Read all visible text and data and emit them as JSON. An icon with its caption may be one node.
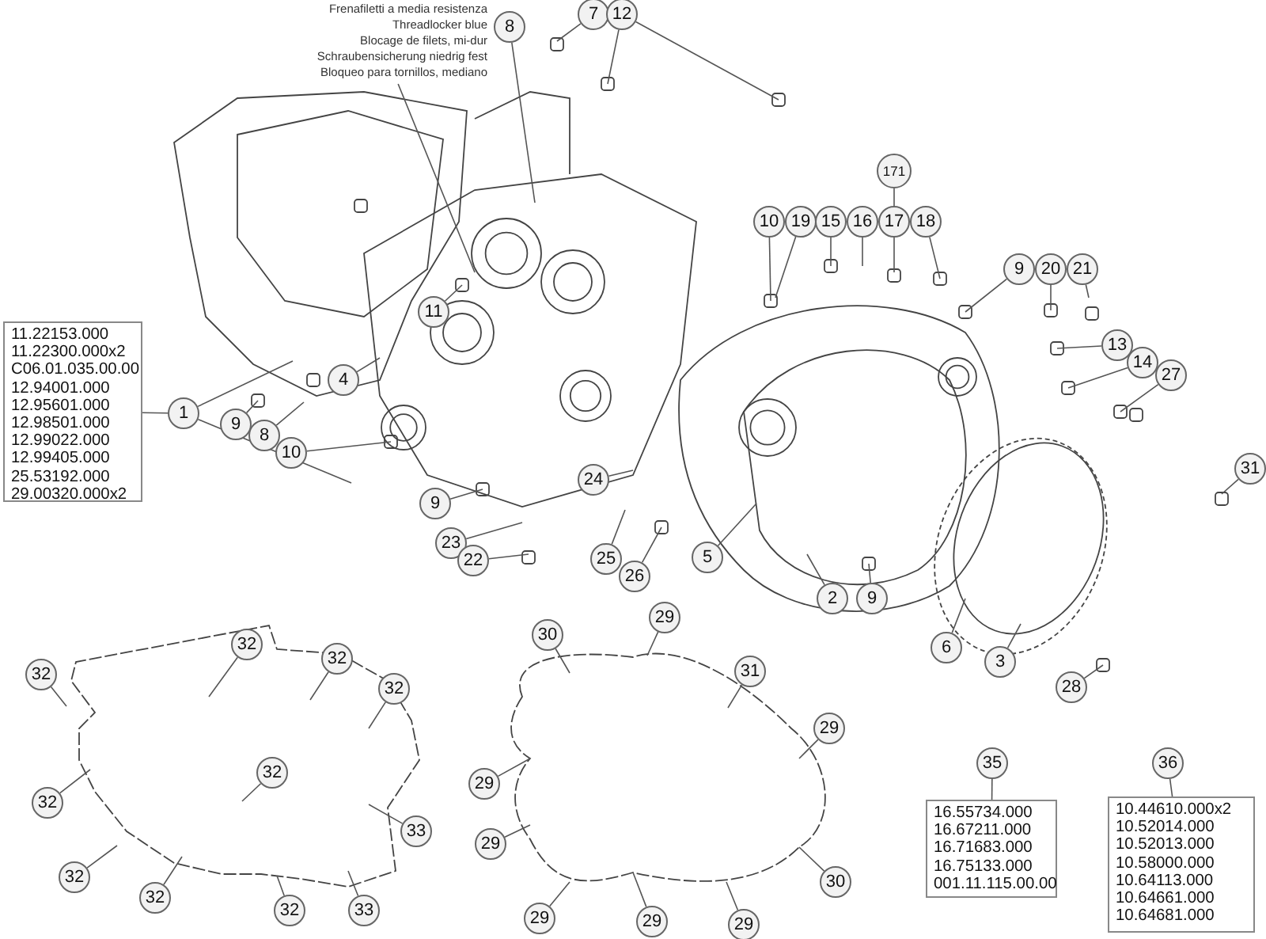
{
  "diagram": {
    "nodes": [
      {
        "text": [
          "Frenafiletti a media resistenza",
          "Threadlocker blue",
          "Blocage de filets, mi-dur",
          "Schraubensicherung niedrig fest",
          "Bloqueo para tornillos, mediano"
        ]
      },
      {
        "text": [
          "8"
        ]
      },
      {
        "text": [
          "7"
        ]
      },
      {
        "text": [
          "12"
        ]
      },
      {
        "text": [
          "171"
        ]
      },
      {
        "text": [
          "10"
        ]
      },
      {
        "text": [
          "19"
        ]
      },
      {
        "text": [
          "15"
        ]
      },
      {
        "text": [
          "16"
        ]
      },
      {
        "text": [
          "17"
        ]
      },
      {
        "text": [
          "18"
        ]
      },
      {
        "text": [
          "9"
        ]
      },
      {
        "text": [
          "20"
        ]
      },
      {
        "text": [
          "21"
        ]
      },
      {
        "text": [
          "11"
        ]
      },
      {
        "text": [
          "13"
        ]
      },
      {
        "text": [
          "14"
        ]
      },
      {
        "text": [
          "27"
        ]
      },
      {
        "text": [
          "11.22153.000",
          "11.22300.000x2",
          "C06.01.035.00.00",
          "12.94001.000",
          "12.95601.000",
          "12.98501.000",
          "12.99022.000",
          "12.99405.000",
          "25.53192.000",
          "29.00320.000x2"
        ]
      },
      {
        "text": [
          "1"
        ]
      },
      {
        "text": [
          "4"
        ]
      },
      {
        "text": [
          "9"
        ]
      },
      {
        "text": [
          "8"
        ]
      },
      {
        "text": [
          "10"
        ]
      },
      {
        "text": [
          "31"
        ]
      },
      {
        "text": [
          "24"
        ]
      },
      {
        "text": [
          "9"
        ]
      },
      {
        "text": [
          "23"
        ]
      },
      {
        "text": [
          "25"
        ]
      },
      {
        "text": [
          "5"
        ]
      },
      {
        "text": [
          "22"
        ]
      },
      {
        "text": [
          "26"
        ]
      },
      {
        "text": [
          "2"
        ]
      },
      {
        "text": [
          "9"
        ]
      },
      {
        "text": [
          "6"
        ]
      },
      {
        "text": [
          "3"
        ]
      },
      {
        "text": [
          "28"
        ]
      },
      {
        "text": [
          "29"
        ]
      },
      {
        "text": [
          "30"
        ]
      },
      {
        "text": [
          "32"
        ]
      },
      {
        "text": [
          "32"
        ]
      },
      {
        "text": [
          "32"
        ]
      },
      {
        "text": [
          "31"
        ]
      },
      {
        "text": [
          "32"
        ]
      },
      {
        "text": [
          "29"
        ]
      },
      {
        "text": [
          "35"
        ]
      },
      {
        "text": [
          "36"
        ]
      },
      {
        "text": [
          "32"
        ]
      },
      {
        "text": [
          "29"
        ]
      },
      {
        "text": [
          "16.55734.000",
          "16.67211.000",
          "16.71683.000",
          "16.75133.000",
          "001.11.115.00.00"
        ]
      },
      {
        "text": [
          "10.44610.000x2",
          "10.52014.000",
          "10.52013.000",
          "10.58000.000",
          "10.64113.000",
          "10.64661.000",
          "10.64681.000"
        ]
      },
      {
        "text": [
          "32"
        ]
      },
      {
        "text": [
          "33"
        ]
      },
      {
        "text": [
          "29"
        ]
      },
      {
        "text": [
          "32"
        ]
      },
      {
        "text": [
          "30"
        ]
      },
      {
        "text": [
          "32"
        ]
      },
      {
        "text": [
          "32"
        ]
      },
      {
        "text": [
          "33"
        ]
      },
      {
        "text": [
          "29"
        ]
      },
      {
        "text": [
          "29"
        ]
      },
      {
        "text": [
          "29"
        ]
      }
    ],
    "edges": [
      {
        "from": 0,
        "to": null,
        "arrow": "none"
      },
      {
        "from": 1,
        "to": null,
        "arrow": "none"
      },
      {
        "from": 2,
        "to": null,
        "arrow": "none"
      },
      {
        "from": 3,
        "to": null,
        "arrow": "none"
      },
      {
        "from": 3,
        "to": null,
        "arrow": "none"
      },
      {
        "from": 4,
        "to": 9,
        "arrow": "none"
      },
      {
        "from": 5,
        "to": null,
        "arrow": "none"
      },
      {
        "from": 6,
        "to": null,
        "arrow": "none"
      },
      {
        "from": 7,
        "to": null,
        "arrow": "none"
      },
      {
        "from": 8,
        "to": null,
        "arrow": "none"
      },
      {
        "from": 9,
        "to": null,
        "arrow": "none"
      },
      {
        "from": 10,
        "to": null,
        "arrow": "none"
      },
      {
        "from": 11,
        "to": null,
        "arrow": "none"
      },
      {
        "from": 12,
        "to": null,
        "arrow": "none"
      },
      {
        "from": 13,
        "to": null,
        "arrow": "none"
      },
      {
        "from": 14,
        "to": null,
        "arrow": "none"
      },
      {
        "from": 15,
        "to": null,
        "arrow": "none"
      },
      {
        "from": 16,
        "to": null,
        "arrow": "none"
      },
      {
        "from": 17,
        "to": null,
        "arrow": "none"
      },
      {
        "from": 18,
        "to": 19,
        "arrow": "none"
      },
      {
        "from": 19,
        "to": null,
        "arrow": "none"
      },
      {
        "from": 19,
        "to": null,
        "arrow": "none"
      },
      {
        "from": 20,
        "to": null,
        "arrow": "none"
      },
      {
        "from": 21,
        "to": null,
        "arrow": "none"
      },
      {
        "from": 22,
        "to": null,
        "arrow": "none"
      },
      {
        "from": 23,
        "to": null,
        "arrow": "none"
      },
      {
        "from": 24,
        "to": null,
        "arrow": "none"
      },
      {
        "from": 25,
        "to": null,
        "arrow": "none"
      },
      {
        "from": 26,
        "to": null,
        "arrow": "none"
      },
      {
        "from": 27,
        "to": null,
        "arrow": "none"
      },
      {
        "from": 28,
        "to": null,
        "arrow": "none"
      },
      {
        "from": 29,
        "to": null,
        "arrow": "none"
      },
      {
        "from": 30,
        "to": null,
        "arrow": "none"
      },
      {
        "from": 31,
        "to": null,
        "arrow": "none"
      },
      {
        "from": 32,
        "to": null,
        "arrow": "none"
      },
      {
        "from": 33,
        "to": null,
        "arrow": "none"
      },
      {
        "from": 34,
        "to": null,
        "arrow": "none"
      },
      {
        "from": 35,
        "to": null,
        "arrow": "none"
      },
      {
        "from": 36,
        "to": null,
        "arrow": "none"
      },
      {
        "from": 37,
        "to": null,
        "arrow": "none"
      },
      {
        "from": 38,
        "to": null,
        "arrow": "none"
      },
      {
        "from": 39,
        "to": null,
        "arrow": "none"
      },
      {
        "from": 40,
        "to": null,
        "arrow": "none"
      },
      {
        "from": 41,
        "to": null,
        "arrow": "none"
      },
      {
        "from": 42,
        "to": null,
        "arrow": "none"
      },
      {
        "from": 43,
        "to": null,
        "arrow": "none"
      },
      {
        "from": 44,
        "to": null,
        "arrow": "none"
      },
      {
        "from": 45,
        "to": 49,
        "arrow": "none"
      },
      {
        "from": 46,
        "to": 50,
        "arrow": "none"
      },
      {
        "from": 47,
        "to": null,
        "arrow": "none"
      },
      {
        "from": 48,
        "to": null,
        "arrow": "none"
      },
      {
        "from": 51,
        "to": null,
        "arrow": "none"
      },
      {
        "from": 52,
        "to": null,
        "arrow": "none"
      },
      {
        "from": 53,
        "to": null,
        "arrow": "none"
      },
      {
        "from": 54,
        "to": null,
        "arrow": "none"
      },
      {
        "from": 55,
        "to": null,
        "arrow": "none"
      },
      {
        "from": 56,
        "to": null,
        "arrow": "none"
      },
      {
        "from": 57,
        "to": null,
        "arrow": "none"
      },
      {
        "from": 58,
        "to": null,
        "arrow": "none"
      },
      {
        "from": 59,
        "to": null,
        "arrow": "none"
      },
      {
        "from": 60,
        "to": null,
        "arrow": "none"
      },
      {
        "from": 61,
        "to": null,
        "arrow": "none"
      }
    ]
  }
}
